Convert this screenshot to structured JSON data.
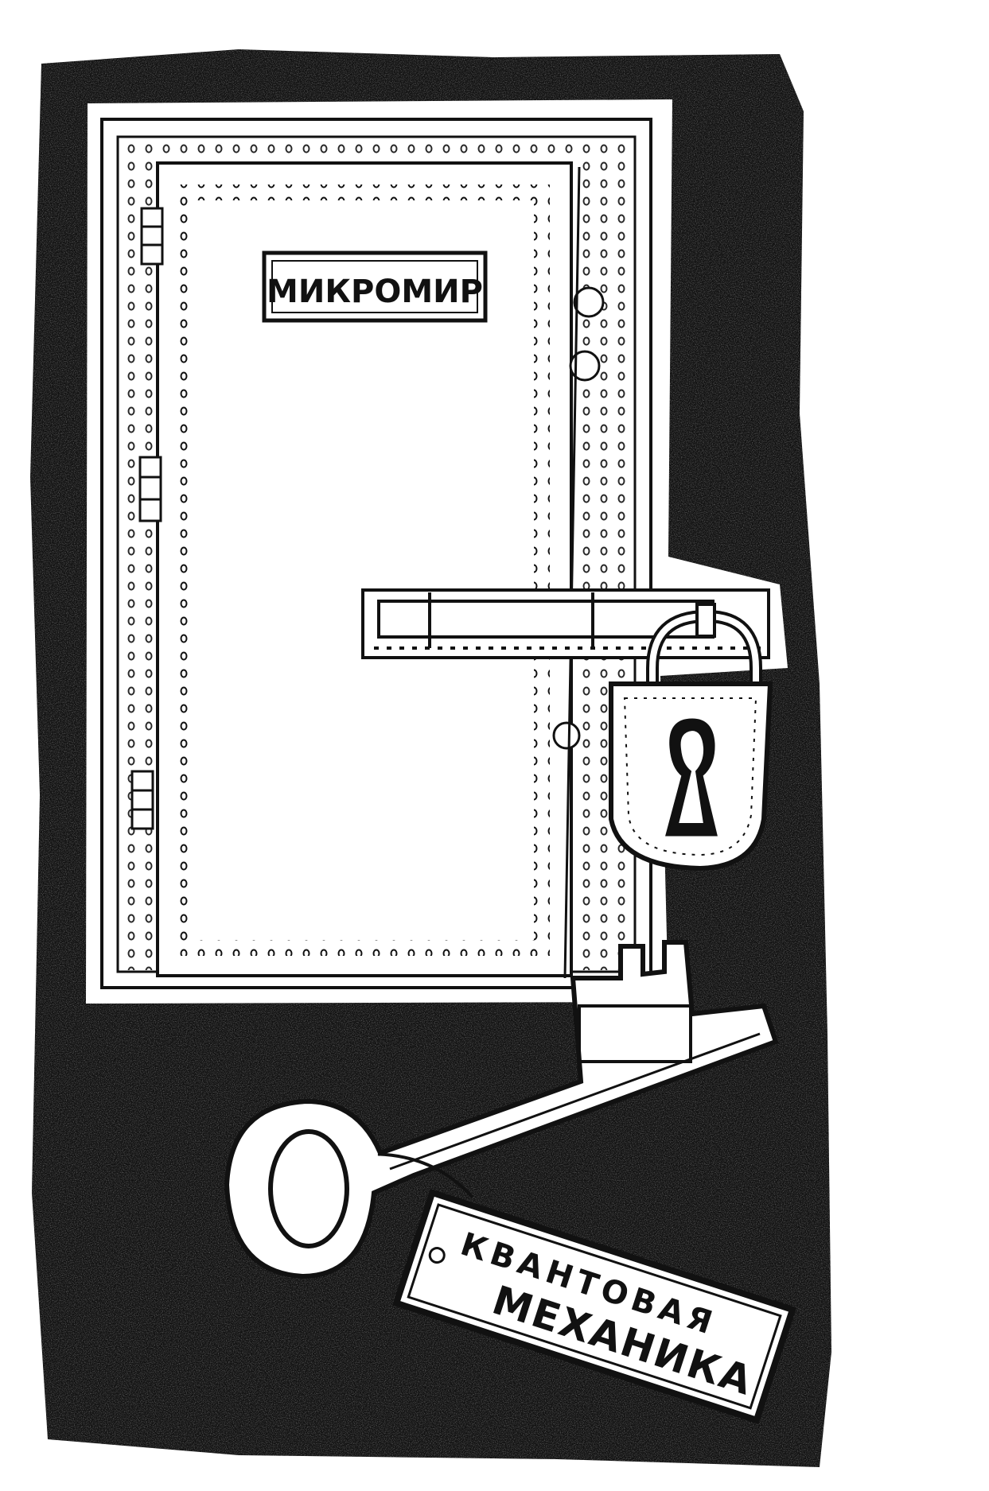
{
  "illustration": {
    "door_sign": "МИКРОМИР",
    "tag_line1": "КВАНТОВАЯ",
    "tag_line2": "МЕХАНИКА"
  },
  "colors": {
    "ink": "#111111",
    "paper": "#ffffff"
  }
}
